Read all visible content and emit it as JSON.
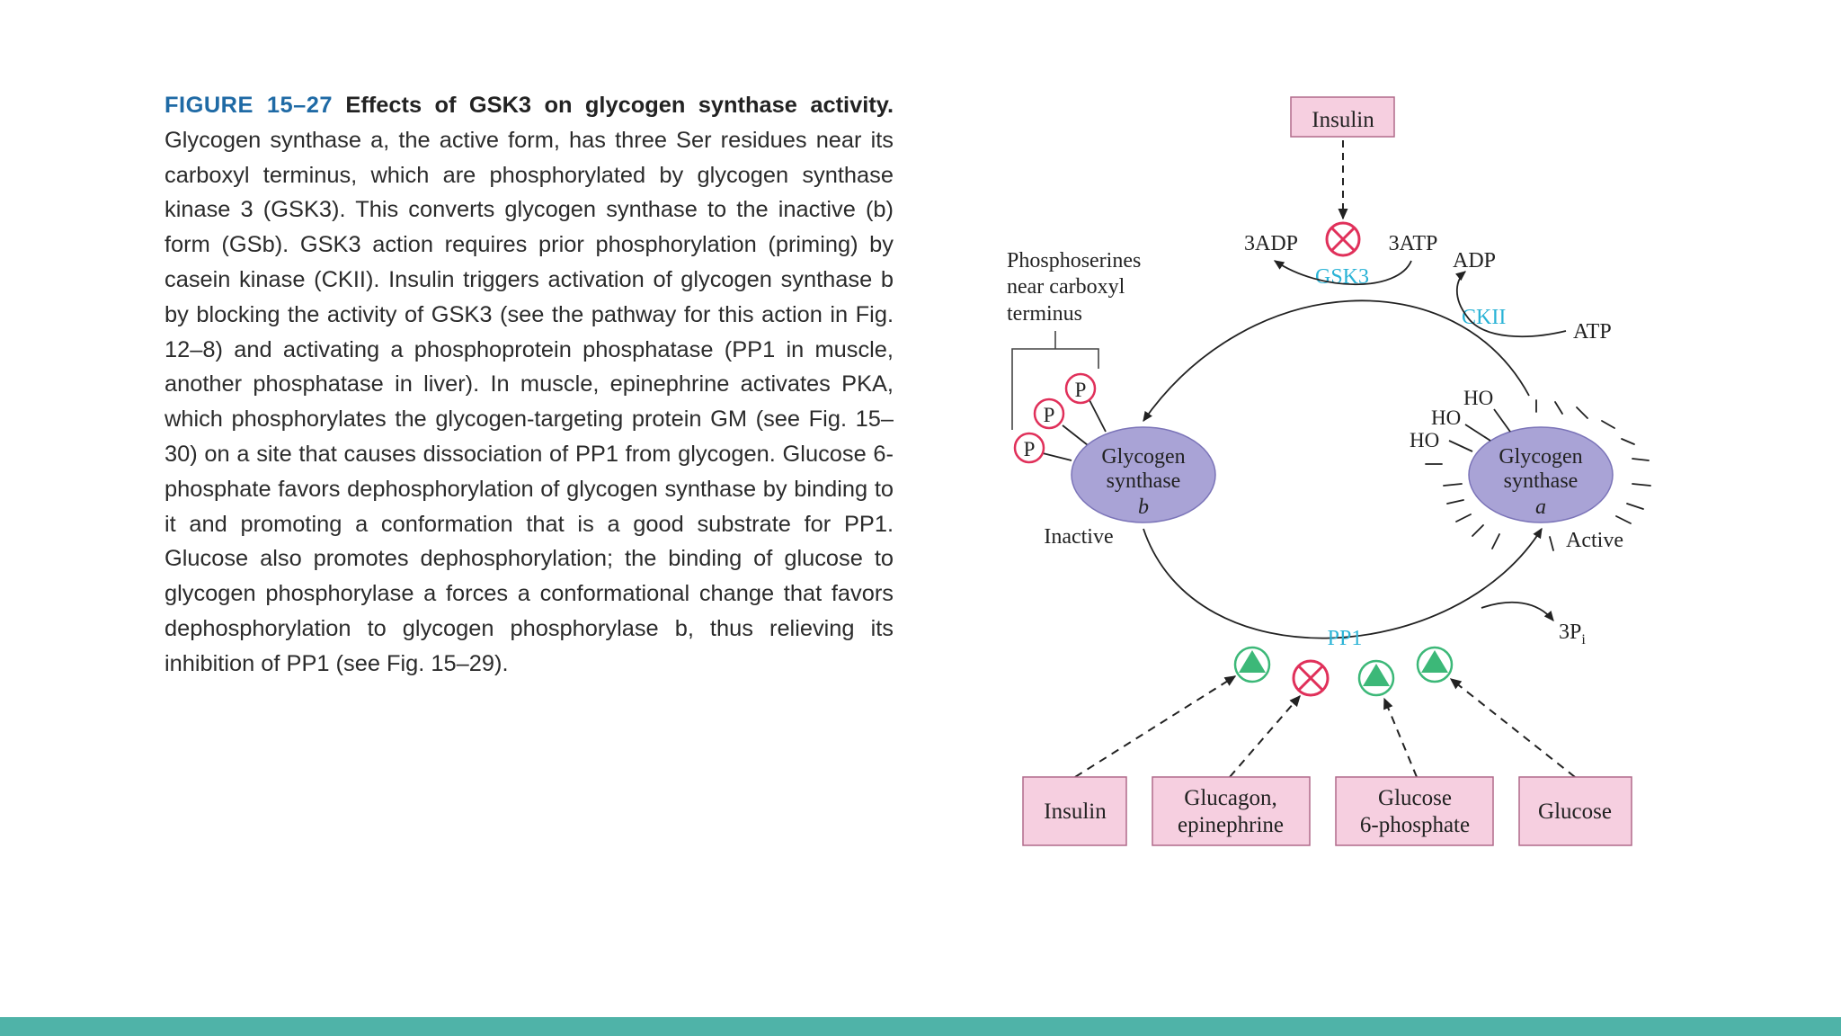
{
  "caption": {
    "figure_label": "FIGURE 15–27",
    "title": "Effects of GSK3 on glycogen synthase activity.",
    "body": "Glycogen synthase a, the active form, has three Ser residues near its carboxyl terminus, which are phosphorylated by glycogen synthase kinase 3 (GSK3). This converts glycogen synthase to the inactive (b) form (GSb). GSK3 action requires prior phosphorylation (priming) by casein kinase (CKII). Insulin triggers activation of glycogen synthase b by blocking the activity of GSK3 (see the pathway for this action in Fig. 12–8) and activating a phosphoprotein phosphatase (PP1 in muscle, another phosphatase in liver). In muscle, epinephrine activates PKA, which phosphorylates the glycogen-targeting protein GM (see Fig. 15–30) on a site that causes dissociation of PP1 from glycogen. Glucose 6-phosphate favors dephosphorylation of glycogen synthase by binding to it and promoting a conformation that is a good substrate for PP1. Glucose also promotes dephosphorylation; the binding of glucose to glycogen phosphorylase a forces a conformational change that favors dephosphorylation to glycogen phosphorylase b, thus relieving its inhibition of PP1 (see Fig. 15–29)."
  },
  "diagram": {
    "top_box": "Insulin",
    "three_adp": "3ADP",
    "three_atp": "3ATP",
    "gsk3": "GSK3",
    "adp": "ADP",
    "atp": "ATP",
    "ckii": "CKII",
    "phosphoserines": [
      "Phosphoserines",
      "near carboxyl",
      "terminus"
    ],
    "p_label": "P",
    "enzyme_b": {
      "line1": "Glycogen",
      "line2": "synthase",
      "form": "b"
    },
    "enzyme_a": {
      "line1": "Glycogen",
      "line2": "synthase",
      "form": "a"
    },
    "ho": "HO",
    "inactive": "Inactive",
    "active": "Active",
    "pp1": "PP1",
    "pi": "3P",
    "pi_sub": "i",
    "bottom_boxes": [
      {
        "lines": [
          "Insulin"
        ]
      },
      {
        "lines": [
          "Glucagon,",
          "epinephrine"
        ]
      },
      {
        "lines": [
          "Glucose",
          "6-phosphate"
        ]
      },
      {
        "lines": [
          "Glucose"
        ]
      }
    ]
  },
  "colors": {
    "box_fill": "#f6cfe0",
    "enzyme_fill": "#a9a3d6",
    "cyan_label": "#2ab3d6",
    "inhibit_red": "#e0305a",
    "activate_green": "#3cb878",
    "footer_bar": "#4fb3a8"
  },
  "icons": {
    "inhibit": "crossed-circle-icon",
    "activate": "green-triangle-circle-icon"
  }
}
